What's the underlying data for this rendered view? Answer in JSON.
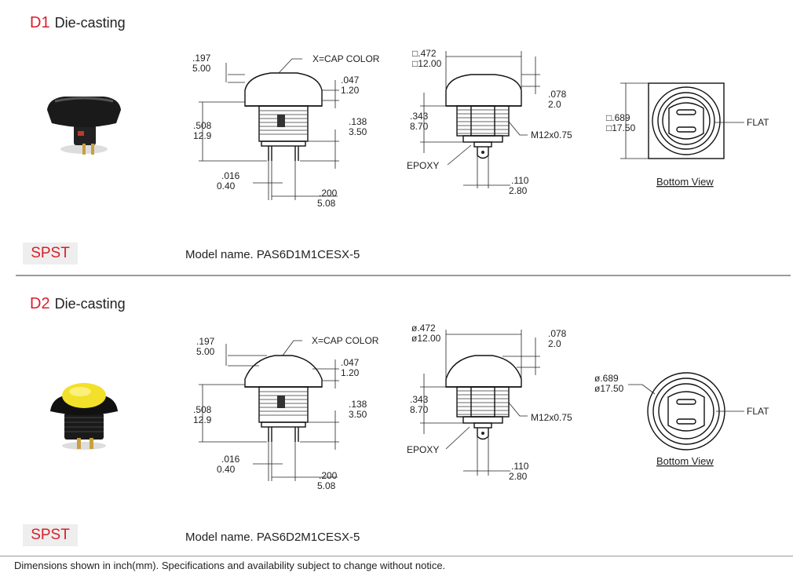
{
  "sections": [
    {
      "code": "D1",
      "title": "Die-casting",
      "badge": "SPST",
      "model": "Model name. PAS6D1M1CESX-5",
      "side": {
        "h_in": ".197",
        "h_mm": "5.00",
        "cap_label": "X=CAP COLOR",
        "cap_in": ".047",
        "cap_mm": "1.20",
        "body_in": ".508",
        "body_mm": "12.9",
        "term_in": ".138",
        "term_mm": "3.50",
        "pin_in": ".016",
        "pin_mm": "0.40",
        "pitch_in": ".200",
        "pitch_mm": "5.08"
      },
      "front": {
        "width_in": "□.472",
        "width_mm": "□12.00",
        "top_in": ".078",
        "top_mm": "2.0",
        "height_in": ".343",
        "height_mm": "8.70",
        "thread": "M12x0.75",
        "epoxy": "EPOXY",
        "tab_in": ".110",
        "tab_mm": "2.80"
      },
      "bottom": {
        "size_in": "□.689",
        "size_mm": "□17.50",
        "flat": "FLAT",
        "caption": "Bottom View"
      },
      "cap_color": "#1a1a1a"
    },
    {
      "code": "D2",
      "title": "Die-casting",
      "badge": "SPST",
      "model": "Model name. PAS6D2M1CESX-5",
      "side": {
        "h_in": ".197",
        "h_mm": "5.00",
        "cap_label": "X=CAP COLOR",
        "cap_in": ".047",
        "cap_mm": "1.20",
        "body_in": ".508",
        "body_mm": "12.9",
        "term_in": ".138",
        "term_mm": "3.50",
        "pin_in": ".016",
        "pin_mm": "0.40",
        "pitch_in": ".200",
        "pitch_mm": "5.08"
      },
      "front": {
        "width_in": "ø.472",
        "width_mm": "ø12.00",
        "top_in": ".078",
        "top_mm": "2.0",
        "height_in": ".343",
        "height_mm": "8.70",
        "thread": "M12x0.75",
        "epoxy": "EPOXY",
        "tab_in": ".110",
        "tab_mm": "2.80"
      },
      "bottom": {
        "size_in": "ø.689",
        "size_mm": "ø17.50",
        "flat": "FLAT",
        "caption": "Bottom View"
      },
      "cap_color": "#f2e02a"
    }
  ],
  "footer": "Dimensions shown in inch(mm).   Specifications and availability subject to change without notice.",
  "colors": {
    "accent": "#d8202a",
    "badge_bg": "#eeeeee",
    "rule": "#9a9a9a"
  }
}
